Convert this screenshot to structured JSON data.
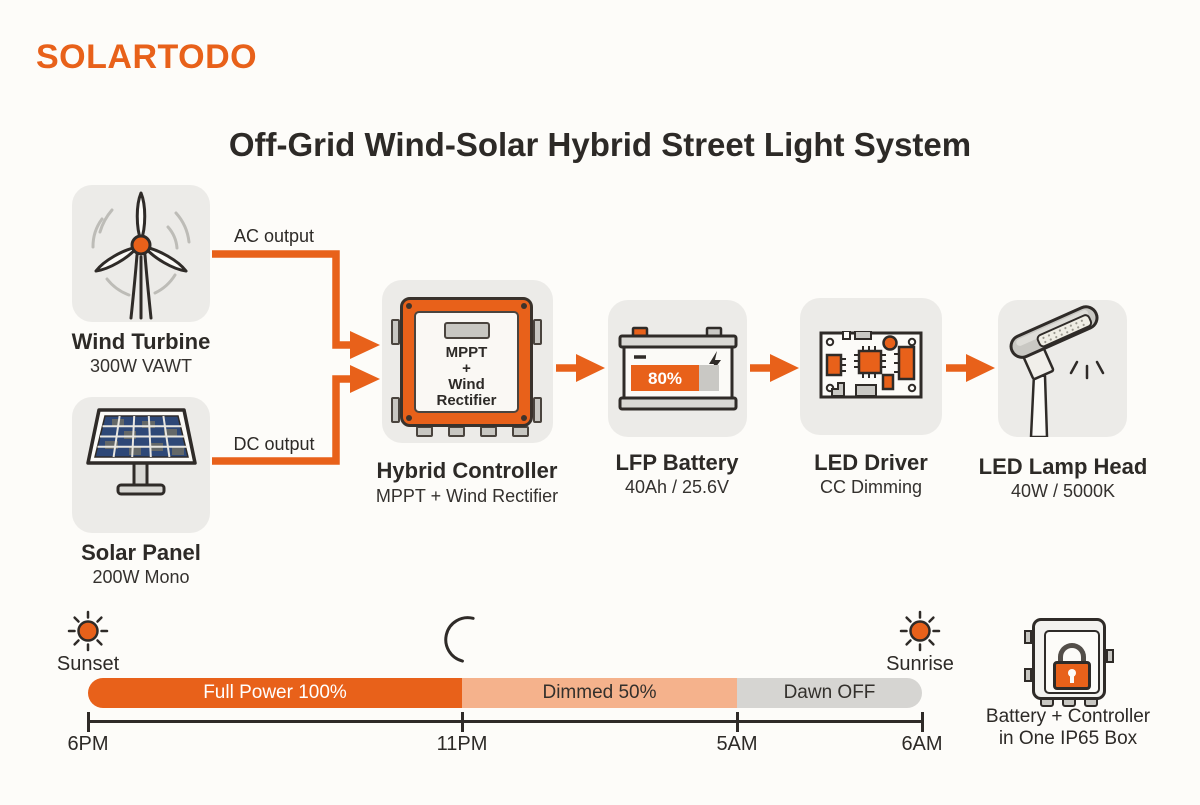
{
  "brand": {
    "logo": "SOLARTODO"
  },
  "title": "Off-Grid Wind-Solar Hybrid Street Light System",
  "colors": {
    "accent_orange": "#E8611A",
    "dim_orange": "#F5B28C",
    "off_gray": "#D6D5D2",
    "tile_bg": "#ECEBE8",
    "text_dark": "#2D2A27",
    "background": "#FDFCF9"
  },
  "icons": [
    "wind-turbine-icon",
    "solar-panel-icon",
    "hybrid-controller-icon",
    "battery-icon",
    "circuit-board-icon",
    "street-lamp-icon",
    "sun-icon",
    "moon-icon",
    "padlock-box-icon",
    "lightning-bolt-icon"
  ],
  "sources": [
    {
      "name": "Wind Turbine",
      "spec": "300W VAWT",
      "output_label": "AC output"
    },
    {
      "name": "Solar Panel",
      "spec": "200W Mono",
      "output_label": "DC output"
    }
  ],
  "chain": [
    {
      "name": "Hybrid Controller",
      "spec": "MPPT + Wind Rectifier",
      "icon_lines": [
        "MPPT",
        "+",
        "Wind",
        "Rectifier"
      ]
    },
    {
      "name": "LFP Battery",
      "spec": "40Ah / 25.6V",
      "charge_label": "80%"
    },
    {
      "name": "LED Driver",
      "spec": "CC Dimming"
    },
    {
      "name": "LED Lamp Head",
      "spec": "40W / 5000K"
    }
  ],
  "timeline": {
    "sunset_label": "Sunset",
    "sunrise_label": "Sunrise",
    "segments": [
      {
        "label": "Full Power 100%",
        "start": "6PM",
        "end": "11PM",
        "color": "#E8611A"
      },
      {
        "label": "Dimmed 50%",
        "start": "11PM",
        "end": "5AM",
        "color": "#F5B28C"
      },
      {
        "label": "Dawn OFF",
        "start": "5AM",
        "end": "6AM",
        "color": "#D6D5D2"
      }
    ],
    "ticks": [
      "6PM",
      "11PM",
      "5AM",
      "6AM"
    ]
  },
  "note": {
    "line1": "Battery + Controller",
    "line2": "in One IP65 Box"
  }
}
